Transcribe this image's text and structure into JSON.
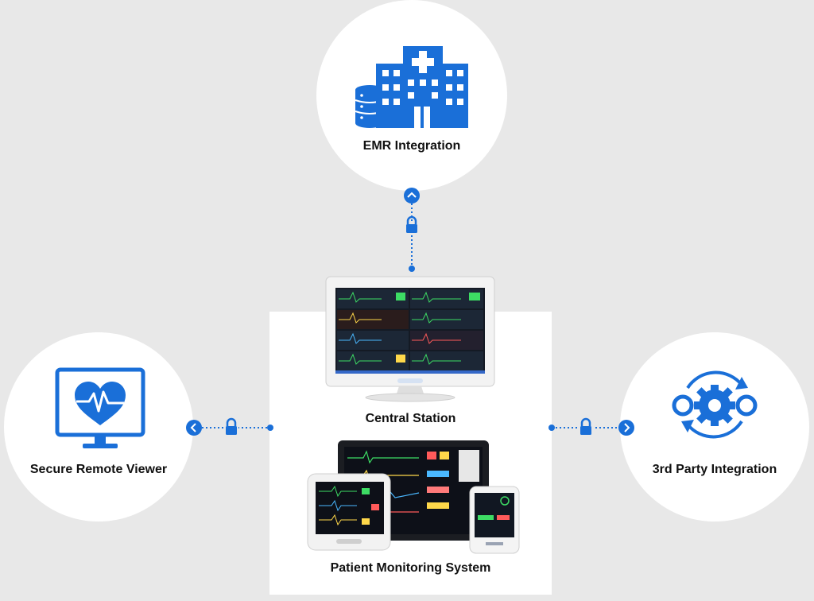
{
  "nodes": {
    "emr": {
      "label": "EMR Integration"
    },
    "remote_viewer": {
      "label": "Secure Remote Viewer"
    },
    "third_party": {
      "label": "3rd Party Integration"
    },
    "central_station": {
      "label": "Central Station"
    },
    "patient_monitoring": {
      "label": "Patient Monitoring System"
    }
  },
  "colors": {
    "accent": "#1a6fd8",
    "background": "#e8e8e8",
    "node": "#ffffff"
  },
  "icons": {
    "emr": "hospital-database-icon",
    "remote_viewer": "monitor-heart-icon",
    "third_party": "gears-cycle-icon",
    "connector": "lock-icon"
  }
}
